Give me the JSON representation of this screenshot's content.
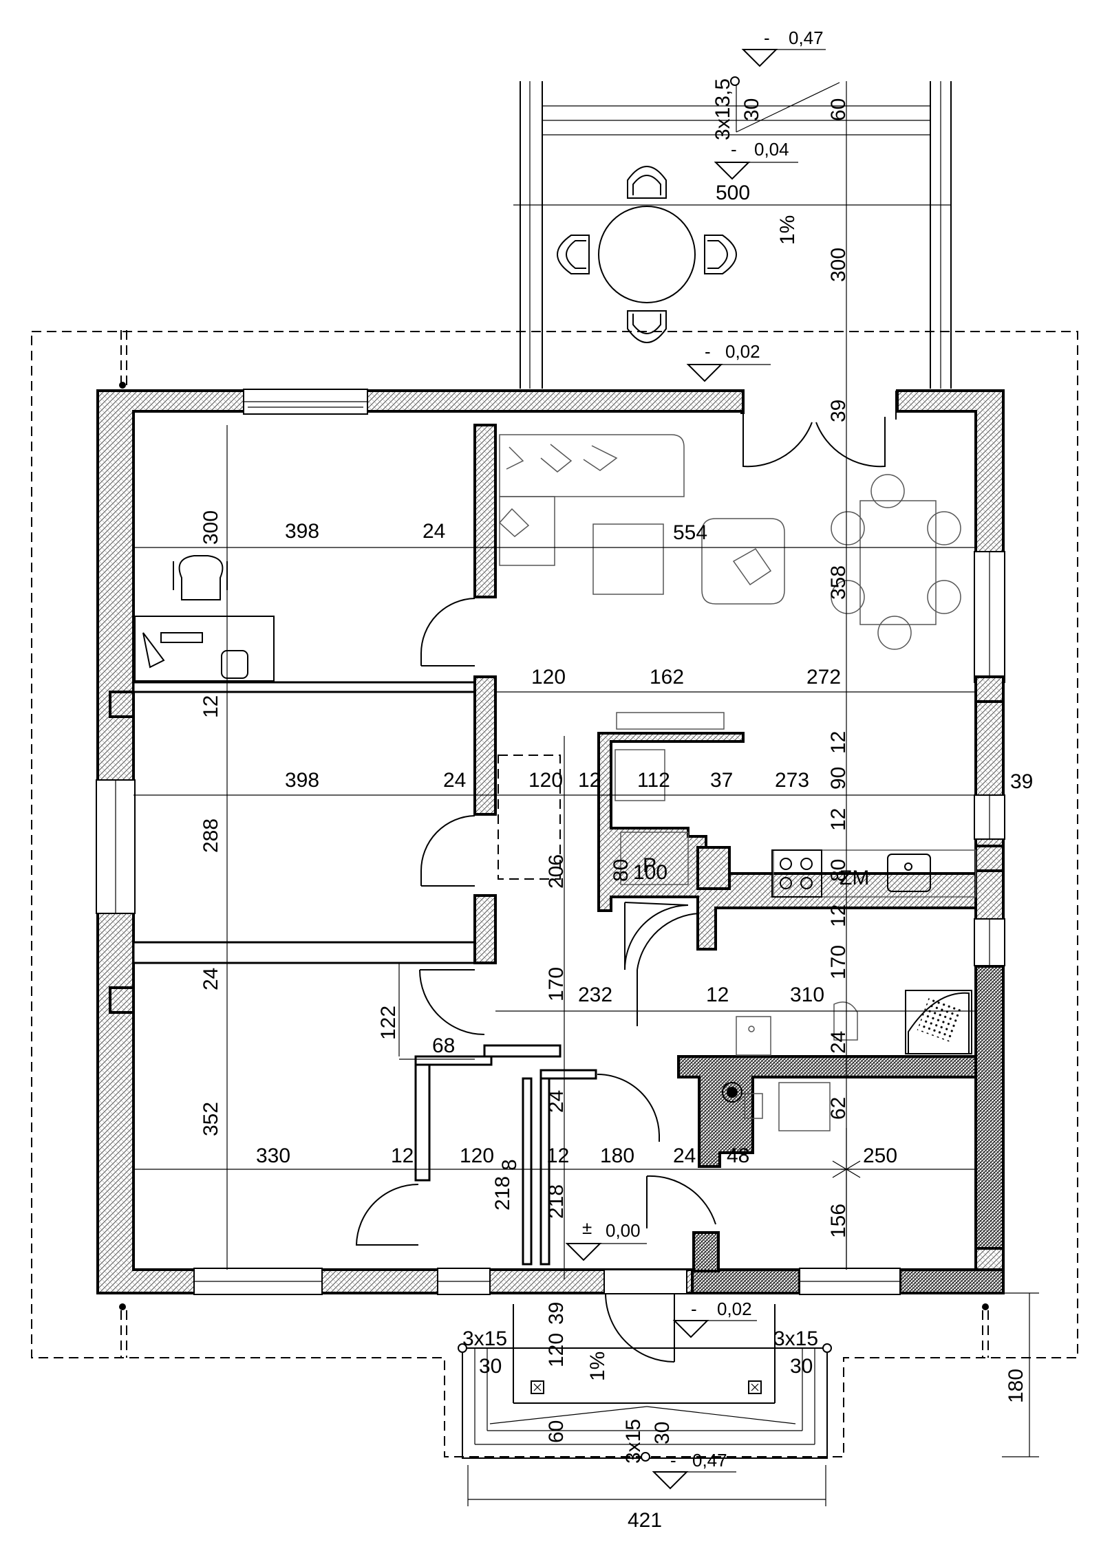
{
  "plan": {
    "levels": {
      "terrace_top": "0,47",
      "terrace_step": "0,04",
      "terrace_floor": "0,02",
      "floor_zero": "0,00",
      "entrance": "0,02",
      "entrance_bottom": "0,47",
      "sign_minus": "-",
      "sign_pm": "±"
    },
    "labels": {
      "terrace_stairs": "3x13,5",
      "terrace_slope": "1%",
      "entrance_slope": "1%",
      "stairs_left": "3x15",
      "stairs_right": "3x15",
      "stairs_bottom": "3x15",
      "boiler": "P",
      "meter": "ZM"
    },
    "dims": {
      "d_398a": "398",
      "d_24a": "24",
      "d_554": "554",
      "d_300a": "300",
      "d_358": "358",
      "d_120a": "120",
      "d_162": "162",
      "d_272": "272",
      "d_12a": "12",
      "d_398b": "398",
      "d_24b": "24",
      "d_120b": "120",
      "d_12b": "12",
      "d_112": "112",
      "d_37": "37",
      "d_273": "273",
      "d_90": "90",
      "d_39r": "39",
      "d_288": "288",
      "d_12c": "12",
      "d_206": "206",
      "d_80a": "80",
      "d_100": "100",
      "d_80b": "80",
      "d_12d": "12",
      "d_24c": "24",
      "d_170a": "170",
      "d_232": "232",
      "d_12e": "12",
      "d_310": "310",
      "d_170b": "170",
      "d_122": "122",
      "d_68": "68",
      "d_24d": "24",
      "d_352": "352",
      "d_24e": "24",
      "d_62": "62",
      "d_330": "330",
      "d_12f": "12",
      "d_120c": "120",
      "d_8": "8",
      "d_12g": "12",
      "d_180": "180",
      "d_24f": "24",
      "d_48": "48",
      "d_250": "250",
      "d_218a": "218",
      "d_218b": "218",
      "d_156": "156",
      "d_30t": "30",
      "d_60t": "60",
      "d_500": "500",
      "d_300t": "300",
      "d_39t": "39",
      "d_120e": "120",
      "d_39e": "39",
      "d_30l": "30",
      "d_30r": "30",
      "d_60b": "60",
      "d_30b": "30",
      "d_180side": "180",
      "d_421": "421"
    }
  }
}
